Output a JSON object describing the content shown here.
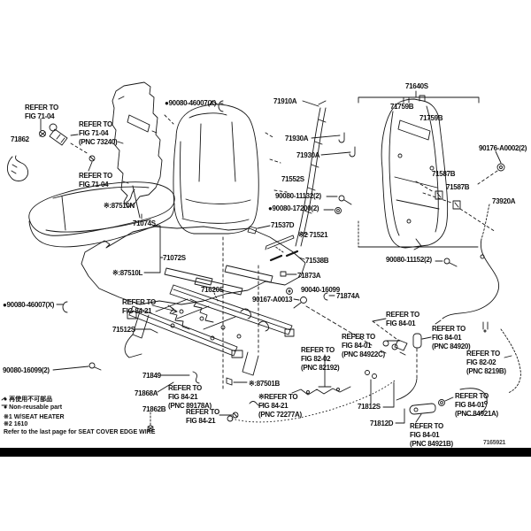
{
  "page": {
    "background": "#ffffff",
    "line_color": "#161616",
    "footer_bar_color": "#000000"
  },
  "figure_id": {
    "corner_code": "7165921"
  },
  "legend": {
    "jp": "● 再使用不可部品",
    "en": "● Non-reusable part",
    "note1": "※1 W/SEAT HEATER",
    "note2": "※2 1610",
    "refer": "Refer to the last page for SEAT COVER EDGE WIRE"
  },
  "labels": [
    {
      "id": "refer-fig71-04-a",
      "text": "REFER TO\nFIG 71-04"
    },
    {
      "id": "part-71862",
      "text": "71862"
    },
    {
      "id": "refer-fig71-04-b",
      "text": "REFER TO\nFIG 71-04\n(PNC 73240)"
    },
    {
      "id": "refer-fig71-04-c",
      "text": "REFER TO\nFIG 71-04"
    },
    {
      "id": "part-90080-46007-top",
      "text": "●90080-46007(X)"
    },
    {
      "id": "part-71910A",
      "text": "71910A"
    },
    {
      "id": "part-71930A-a",
      "text": "71930A"
    },
    {
      "id": "part-71930A-b",
      "text": "71930A"
    },
    {
      "id": "part-71552S",
      "text": "71552S"
    },
    {
      "id": "part-90080-11132",
      "text": "90080-11132(2)"
    },
    {
      "id": "part-90080-17200",
      "text": "●90080-17200(2)"
    },
    {
      "id": "part-71640S",
      "text": "71640S"
    },
    {
      "id": "part-71759B-a",
      "text": "71759B"
    },
    {
      "id": "part-71759B-b",
      "text": "71759B"
    },
    {
      "id": "part-90176-A0002",
      "text": "90176-A0002(2)"
    },
    {
      "id": "part-71587B-a",
      "text": "71587B"
    },
    {
      "id": "part-71587B-b",
      "text": "71587B"
    },
    {
      "id": "part-73920A",
      "text": "73920A"
    },
    {
      "id": "part-90080-11152",
      "text": "90080-11152(2)"
    },
    {
      "id": "part-87510N",
      "text": "※:87510N"
    },
    {
      "id": "part-71074S",
      "text": "71074S"
    },
    {
      "id": "part-71072S",
      "text": "71072S"
    },
    {
      "id": "part-87510L",
      "text": "※:87510L"
    },
    {
      "id": "part-90080-46007-left",
      "text": "●90080-46007(X)"
    },
    {
      "id": "refer-fig84-21-arrow",
      "text": "REFER TO\nFIG 84-21"
    },
    {
      "id": "part-71537D",
      "text": "71537D"
    },
    {
      "id": "part-71521",
      "text": "※2 71521"
    },
    {
      "id": "part-71538B",
      "text": "71538B"
    },
    {
      "id": "part-71873A",
      "text": "71873A"
    },
    {
      "id": "part-90040-16099",
      "text": "90040-16099"
    },
    {
      "id": "part-90167-A0013",
      "text": "90167-A0013"
    },
    {
      "id": "part-71874A",
      "text": "71874A"
    },
    {
      "id": "part-71620S",
      "text": "71620S"
    },
    {
      "id": "part-71512S",
      "text": "71512S"
    },
    {
      "id": "refer-fig84-01-top",
      "text": "REFER TO\nFIG 84-01"
    },
    {
      "id": "refer-fig84-01-84920",
      "text": "REFER TO\nFIG 84-01\n(PNC 84920)"
    },
    {
      "id": "refer-fig82-02-8219B",
      "text": "REFER TO\nFIG 82-02\n(PNC 8219B)"
    },
    {
      "id": "refer-fig84-01-84922C",
      "text": "REFER TO\nFIG 84-01\n(PNC 84922C)"
    },
    {
      "id": "refer-fig82-02-82192",
      "text": "REFER TO\nFIG 82-02\n(PNC 82192)"
    },
    {
      "id": "part-90080-16099",
      "text": "90080-16099(2)"
    },
    {
      "id": "part-71849",
      "text": "71849"
    },
    {
      "id": "part-71868A",
      "text": "71868A"
    },
    {
      "id": "part-71862B",
      "text": "71862B"
    },
    {
      "id": "refer-fig84-21-89178A",
      "text": "REFER TO\nFIG 84-21\n(PNC 89178A)"
    },
    {
      "id": "refer-fig84-21-b",
      "text": "REFER TO\nFIG 84-21"
    },
    {
      "id": "part-87501B",
      "text": "※:87501B"
    },
    {
      "id": "refer-fig84-21-72277A",
      "text": "※REFER TO\nFIG 84-21\n(PNC 72277A)"
    },
    {
      "id": "part-71812S",
      "text": "71812S"
    },
    {
      "id": "part-71812D",
      "text": "71812D"
    },
    {
      "id": "refer-fig84-01-84921A",
      "text": "REFER TO\nFIG 84-01\n(PNC 84921A)"
    },
    {
      "id": "refer-fig84-01-84921B",
      "text": "REFER TO\nFIG 84-01\n(PNC 84921B)"
    }
  ]
}
